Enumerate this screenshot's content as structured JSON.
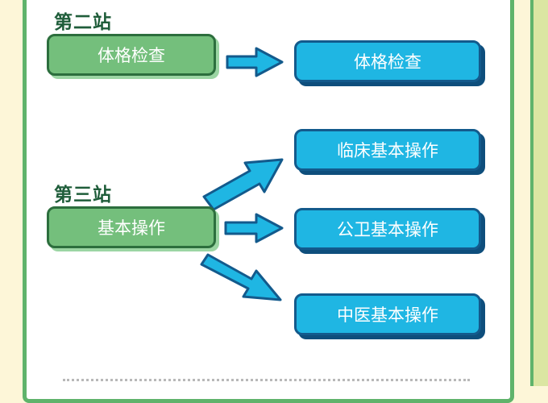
{
  "stations": [
    {
      "label": "第二站",
      "source": "体格检查",
      "targets": [
        "体格检查"
      ]
    },
    {
      "label": "第三站",
      "source": "基本操作",
      "targets": [
        "临床基本操作",
        "公卫基本操作",
        "中医基本操作"
      ]
    }
  ],
  "colors": {
    "green_box": "#74bf7c",
    "green_border": "#2c6e3d",
    "blue_box": "#1fb6e3",
    "blue_border": "#135a8c",
    "frame": "#5fb36b",
    "label_text": "#1f5d3a"
  }
}
